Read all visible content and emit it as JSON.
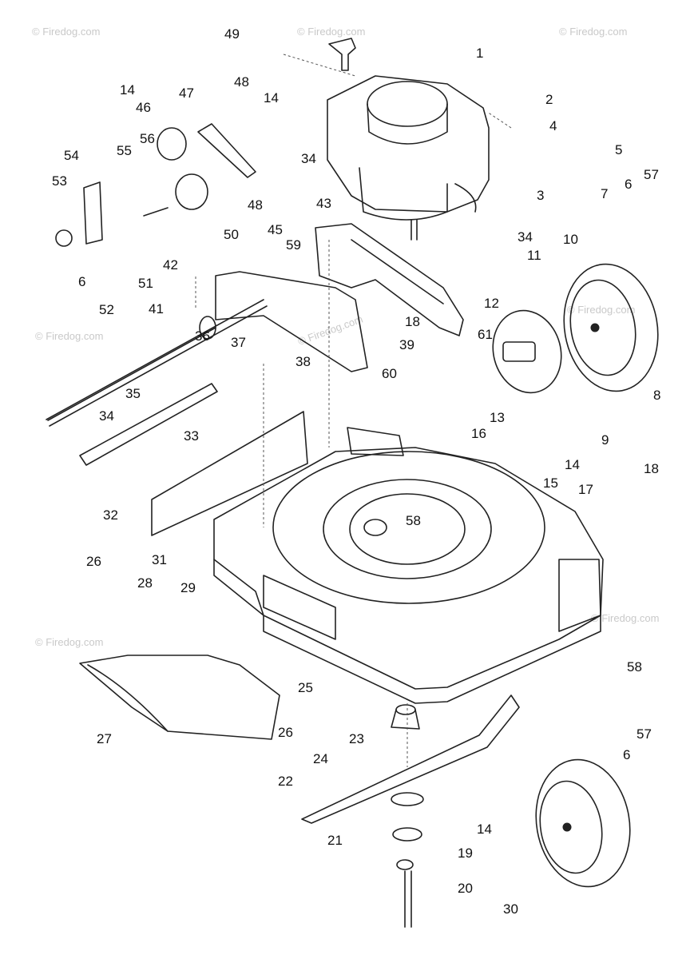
{
  "watermarks": [
    "© Firedog.com",
    "© Firedog.com",
    "© Firedog.com",
    "© Firedog.com",
    "© Firedog.com",
    "© Firedog.com",
    "© Firedog.com",
    "© Firedog.com"
  ],
  "labels": [
    "1",
    "2",
    "3",
    "4",
    "5",
    "6",
    "7",
    "8",
    "9",
    "10",
    "11",
    "12",
    "13",
    "14",
    "15",
    "16",
    "17",
    "18",
    "19",
    "20",
    "21",
    "22",
    "23",
    "24",
    "25",
    "26",
    "27",
    "28",
    "29",
    "30",
    "31",
    "32",
    "33",
    "34",
    "35",
    "36",
    "37",
    "38",
    "39",
    "41",
    "42",
    "43",
    "45",
    "46",
    "47",
    "48",
    "49",
    "50",
    "51",
    "52",
    "53",
    "54",
    "55",
    "56",
    "57",
    "58",
    "59",
    "60",
    "61"
  ]
}
